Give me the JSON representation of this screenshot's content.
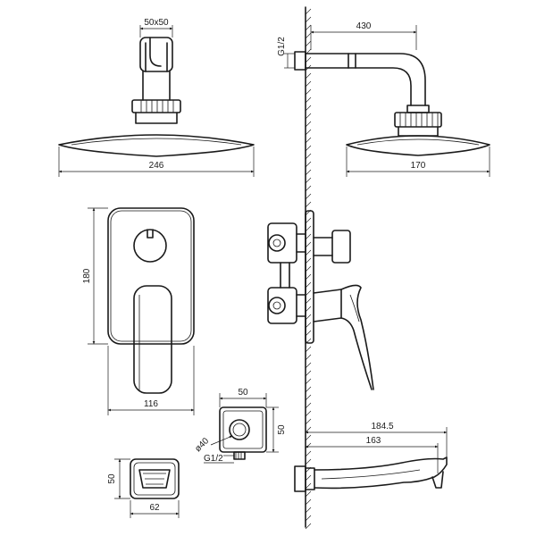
{
  "colors": {
    "ink": "#1a1a1a",
    "paper": "#ffffff"
  },
  "dims": {
    "arm_square": "50x50",
    "head_width_front": "246",
    "arm_length": "430",
    "thread_arm": "G1/2",
    "head_width_side": "170",
    "plate_height": "180",
    "plate_width": "116",
    "outlet_width": "50",
    "outlet_height": "50",
    "outlet_diameter": "ø40",
    "outlet_thread": "G1/2",
    "spout_total": "184.5",
    "spout_reach": "163",
    "holder_height": "50",
    "holder_width": "62"
  }
}
